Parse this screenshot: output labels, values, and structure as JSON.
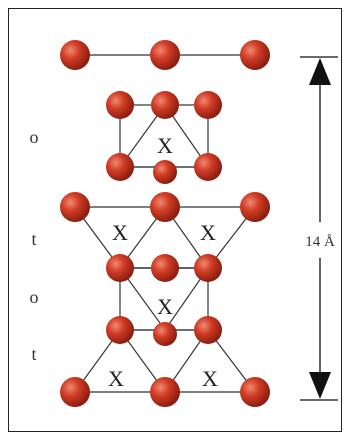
{
  "diagram": {
    "layer_labels": [
      "o",
      "t",
      "o",
      "t"
    ],
    "site_label": "X",
    "dimension_label": "14 Å"
  },
  "colors": {
    "atom": "#c8321e",
    "atom_highlight": "#f08a70",
    "bond": "#333333",
    "frame": "#222222"
  }
}
